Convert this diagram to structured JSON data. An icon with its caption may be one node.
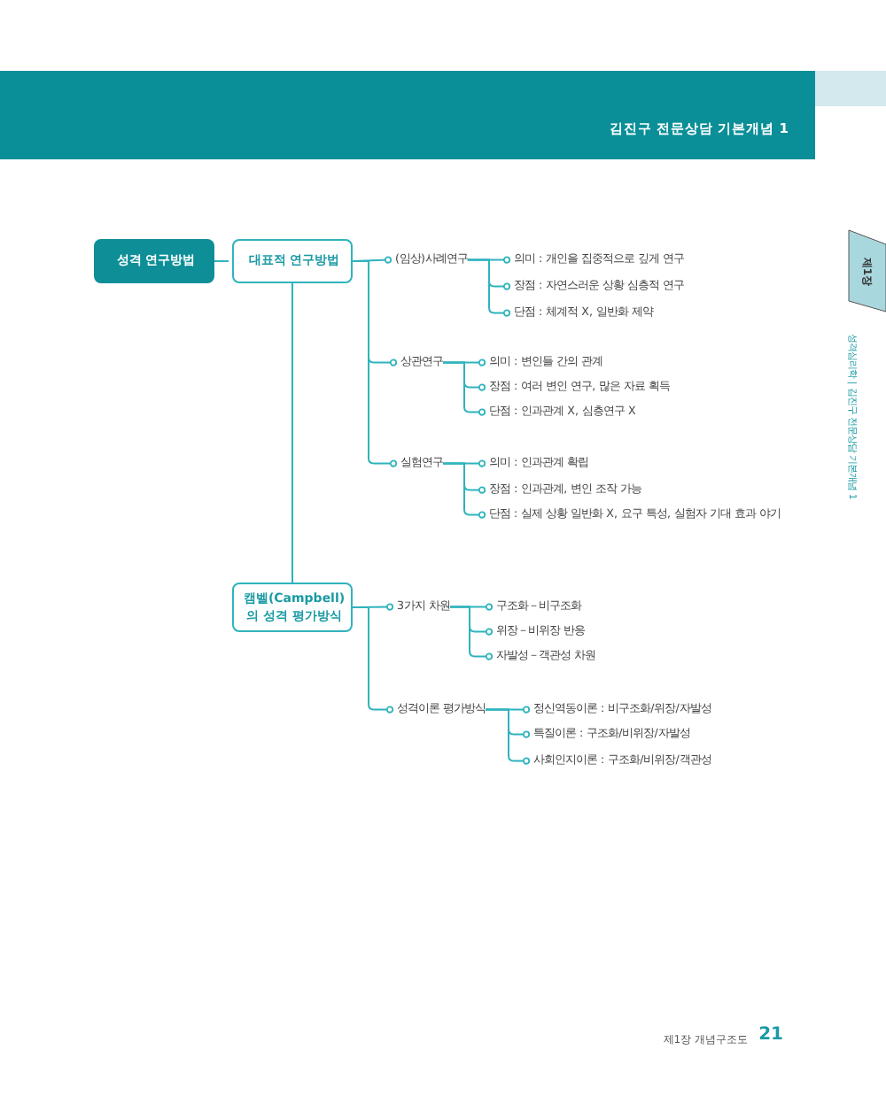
{
  "diagram": {
    "nodes": [
      {
        "text": [
          "성격 연구방법"
        ]
      },
      {
        "text": [
          "대표적 연구방법"
        ]
      },
      {
        "text": [
          "(임상)사례연구"
        ]
      },
      {
        "text": [
          "의미 : 개인을 집중적으로 깊게 연구"
        ]
      },
      {
        "text": [
          "장점 : 자연스러운 상황 심층적 연구"
        ]
      },
      {
        "text": [
          "단점 : 체계적 X, 일반화 제약"
        ]
      },
      {
        "text": [
          "상관연구"
        ]
      },
      {
        "text": [
          "의미 : 변인들 간의 관계"
        ]
      },
      {
        "text": [
          "장점 : 여러 변인 연구, 많은 자료 획득"
        ]
      },
      {
        "text": [
          "단점 : 인과관계 X, 심층연구 X"
        ]
      },
      {
        "text": [
          "실험연구"
        ]
      },
      {
        "text": [
          "의미 : 인과관계 확립"
        ]
      },
      {
        "text": [
          "장점 : 인과관계, 변인 조작 가능"
        ]
      },
      {
        "text": [
          "단점 : 실제 상황 일반화 X, 요구 특성, 실험자 기대 효과 야기"
        ]
      },
      {
        "text": [
          "캠벨(Campbell)의 성격 평가방식"
        ]
      },
      {
        "text": [
          "3가지 차원"
        ]
      },
      {
        "text": [
          "구조화－비구조화"
        ]
      },
      {
        "text": [
          "위장－비위장 반응"
        ]
      },
      {
        "text": [
          "자발성－객관성 차원"
        ]
      },
      {
        "text": [
          "성격이론 평가방식"
        ]
      },
      {
        "text": [
          "정신역동이론 : 비구조화/위장/자발성"
        ]
      },
      {
        "text": [
          "특질이론 : 구조화/비위장/자발성"
        ]
      },
      {
        "text": [
          "사회인지이론 : 구조화/비위장/객관성"
        ]
      }
    ],
    "edges": [
      {
        "from": 0,
        "to": 1,
        "arrow": "none"
      },
      {
        "from": 1,
        "to": 2,
        "arrow": "other"
      },
      {
        "from": 2,
        "to": 3,
        "arrow": "other"
      },
      {
        "from": 2,
        "to": 4,
        "arrow": "other"
      },
      {
        "from": 2,
        "to": 5,
        "arrow": "other"
      },
      {
        "from": 1,
        "to": 6,
        "arrow": "other"
      },
      {
        "from": 6,
        "to": 7,
        "arrow": "other"
      },
      {
        "from": 6,
        "to": 8,
        "arrow": "other"
      },
      {
        "from": 6,
        "to": 9,
        "arrow": "other"
      },
      {
        "from": 1,
        "to": 10,
        "arrow": "other"
      },
      {
        "from": 10,
        "to": 11,
        "arrow": "other"
      },
      {
        "from": 10,
        "to": 12,
        "arrow": "other"
      },
      {
        "from": 10,
        "to": 13,
        "arrow": "other"
      },
      {
        "from": 1,
        "to": 14,
        "arrow": "none"
      },
      {
        "from": 14,
        "to": 15,
        "arrow": "other"
      },
      {
        "from": 15,
        "to": 16,
        "arrow": "other"
      },
      {
        "from": 15,
        "to": 17,
        "arrow": "other"
      },
      {
        "from": 15,
        "to": 18,
        "arrow": "other"
      },
      {
        "from": 14,
        "to": 19,
        "arrow": "other"
      },
      {
        "from": 19,
        "to": 20,
        "arrow": "other"
      },
      {
        "from": 19,
        "to": 21,
        "arrow": "other"
      },
      {
        "from": 19,
        "to": 22,
        "arrow": "other"
      }
    ],
    "labels": [
      "김진구 전문상담 기본개념 1",
      "제1장",
      "성격심리학 | 김진구 전문상담 기본개념 1",
      "제1장 개념구조도",
      "21"
    ]
  }
}
